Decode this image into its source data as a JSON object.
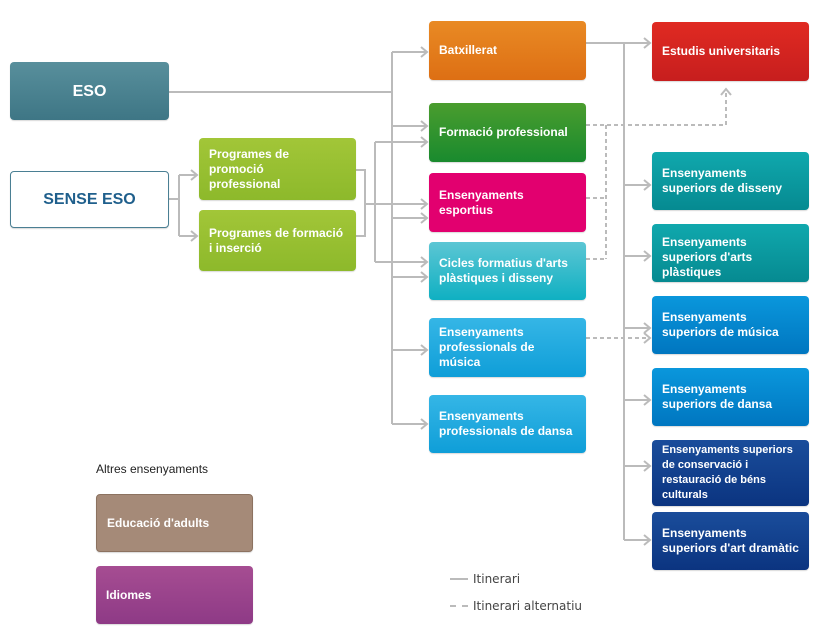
{
  "diagram": {
    "origins": {
      "eso": "ESO",
      "sense_eso": "SENSE ESO"
    },
    "programs": {
      "promocio": [
        "Programes de promoció",
        "professional"
      ],
      "formacio": [
        "Programes de formació",
        "i inserció"
      ]
    },
    "middle": {
      "batxillerat": [
        "Batxillerat"
      ],
      "fp": [
        "Formació professional"
      ],
      "esportius": [
        "Ensenyaments",
        "esportius"
      ],
      "cicles": [
        "Cicles formatius d'arts",
        "plàstiques i disseny"
      ],
      "prof_musica": [
        "Ensenyaments",
        "professionals de",
        "música"
      ],
      "prof_dansa": [
        "Ensenyaments",
        "professionals de dansa"
      ]
    },
    "superior": {
      "universitaris": [
        "Estudis universitaris"
      ],
      "disseny": [
        "Ensenyaments",
        "superiors de disseny"
      ],
      "arts": [
        "Ensenyaments",
        "superiors d'arts",
        "plàstiques"
      ],
      "musica": [
        "Ensenyaments",
        "superiors de música"
      ],
      "dansa": [
        "Ensenyaments",
        "superiors de dansa"
      ],
      "conservacio": [
        "Ensenyaments superiors",
        "de conservació i",
        "restauració de béns",
        "culturals"
      ],
      "dramatic": [
        "Ensenyaments",
        "superiors d'art dramàtic"
      ]
    },
    "others": {
      "title": "Altres ensenyaments",
      "adults": "Educació d'adults",
      "idiomes": "Idiomes"
    },
    "legend": {
      "itinerari": "Itinerari",
      "alternatiu": "Itinerari alternatiu"
    },
    "colors": {
      "connector": "#bbbbbb",
      "eso": "#4a8291",
      "sense_eso_border": "#4a7f93",
      "programs": "#97bf31",
      "batxillerat": "#e37d1c",
      "fp": "#2b932e",
      "esportius": "#e2006f",
      "cicles": "#2fbccb",
      "ensenyaments_professionals": "#1eaadf",
      "universitaris": "#d82420",
      "superiors_teal": "#0b99a0",
      "superiors_blue": "#0586cc",
      "superiors_navy": "#12408d",
      "adults": "#a58a78",
      "idiomes": "#9b448c"
    }
  }
}
